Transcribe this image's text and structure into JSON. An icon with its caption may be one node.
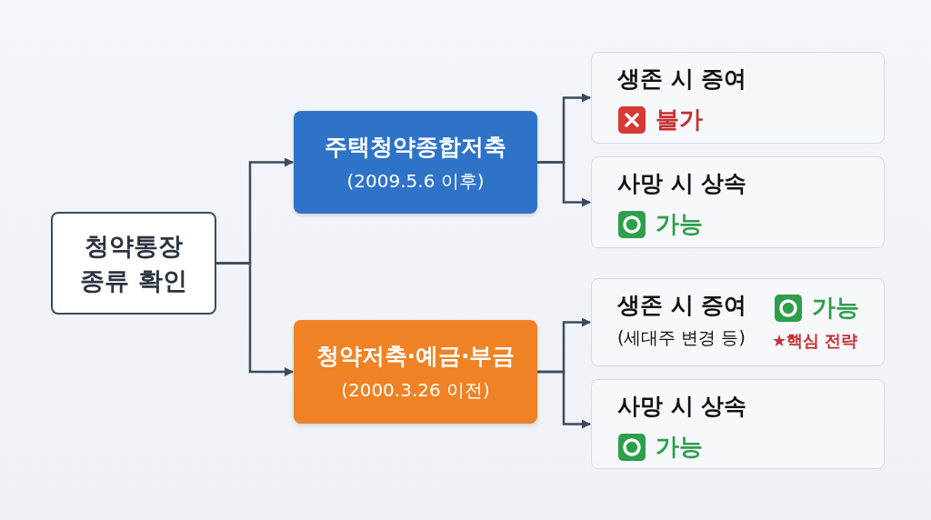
{
  "diagram": {
    "nodes": [
      {
        "text": [
          "청약통장 종류 확인"
        ]
      },
      {
        "text": [
          "주택청약종합저축",
          "(2009.5.6 이후)"
        ]
      },
      {
        "text": [
          "청약저축·예금·부금",
          "(2000.3.26 이전)"
        ]
      },
      {
        "text": [
          "생존 시 증여",
          "불가"
        ]
      },
      {
        "text": [
          "사망 시 상속",
          "가능"
        ]
      },
      {
        "text": [
          "생존 시 증여",
          "(세대주 변경 등)",
          "가능",
          "★핵심 전략"
        ]
      },
      {
        "text": [
          "사망 시 상속",
          "가능"
        ]
      }
    ],
    "edges": [
      {
        "from": 0,
        "to": 1,
        "arrow": "to"
      },
      {
        "from": 0,
        "to": 2,
        "arrow": "to"
      },
      {
        "from": 1,
        "to": 3,
        "arrow": "to"
      },
      {
        "from": 1,
        "to": 4,
        "arrow": "to"
      },
      {
        "from": 2,
        "to": 5,
        "arrow": "to"
      },
      {
        "from": 2,
        "to": 6,
        "arrow": "to"
      }
    ]
  }
}
